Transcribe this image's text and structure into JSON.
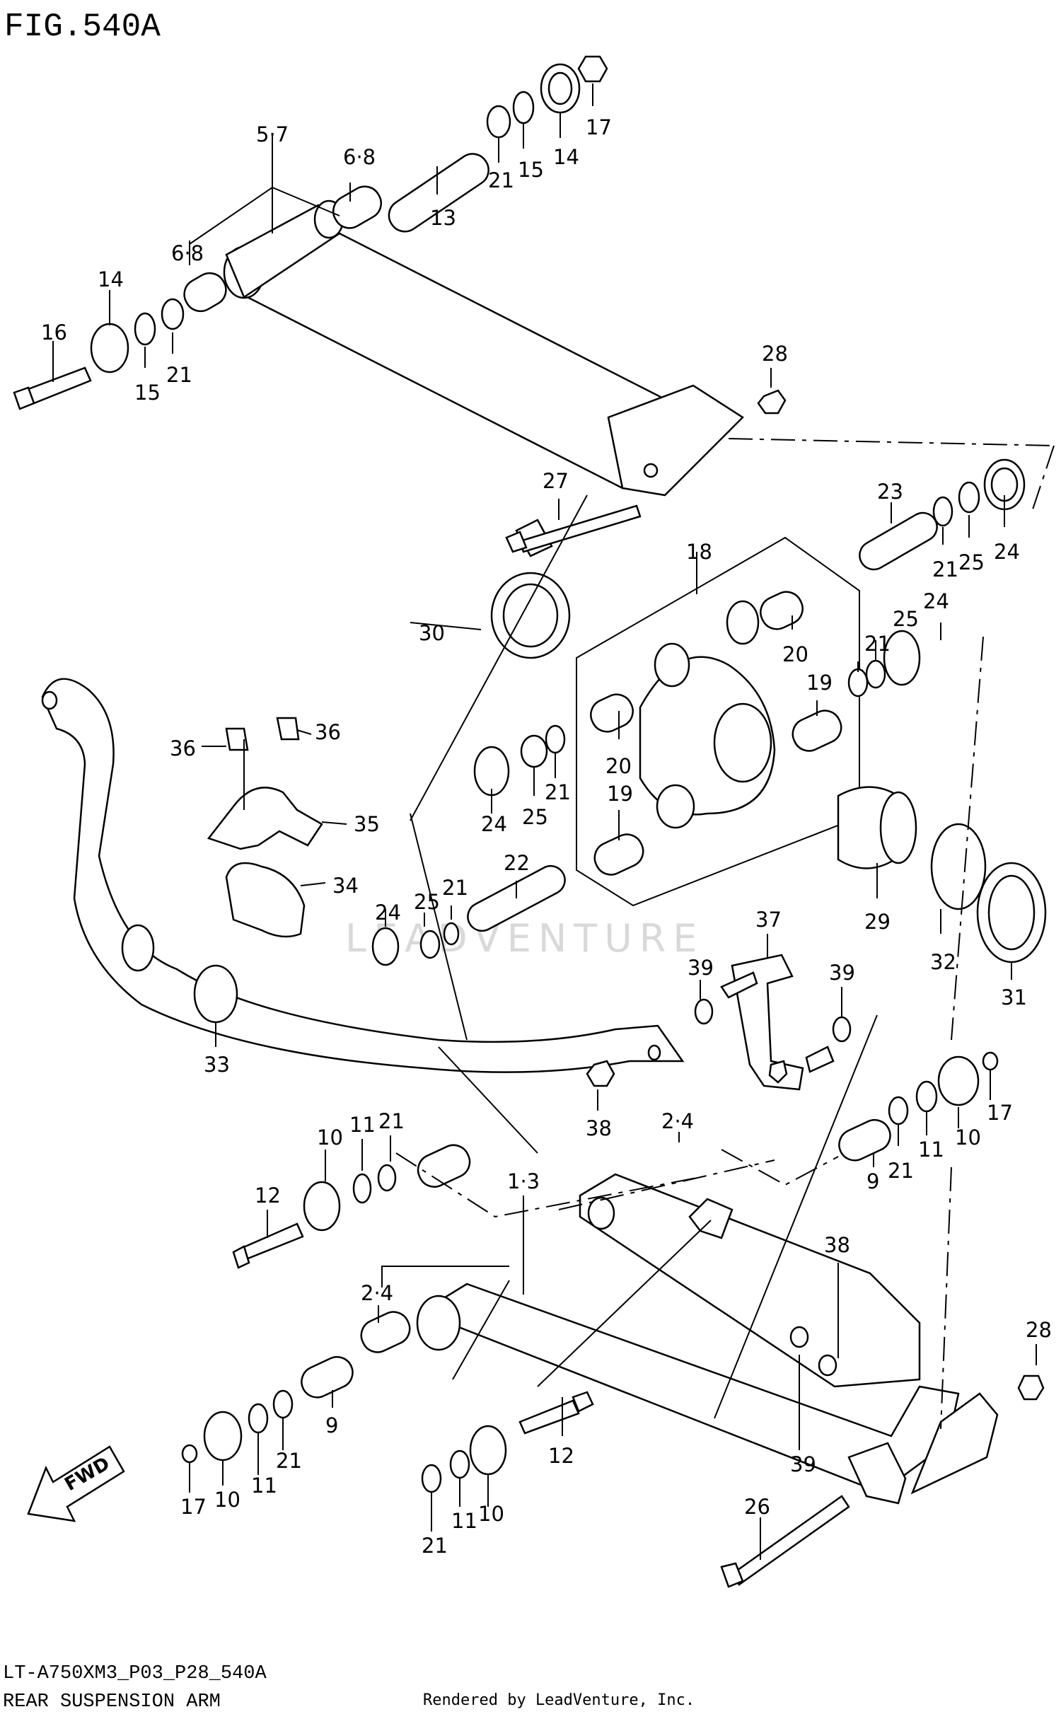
{
  "figure": {
    "title": "FIG.540A",
    "model_code": "LT-A750XM3_P03_P28_540A",
    "caption": "REAR SUSPENSION ARM",
    "credit": "Rendered by LeadVenture, Inc.",
    "watermark": "LEADVENTURE",
    "direction_label": "FWD"
  },
  "callouts": [
    "5·7",
    "6·8",
    "13",
    "21",
    "15",
    "14",
    "17",
    "6·8",
    "14",
    "16",
    "15",
    "21",
    "28",
    "27",
    "23",
    "21",
    "25",
    "24",
    "18",
    "30",
    "20",
    "21",
    "25",
    "24",
    "19",
    "36",
    "36",
    "35",
    "24",
    "25",
    "21",
    "20",
    "19",
    "22",
    "34",
    "24",
    "25",
    "21",
    "29",
    "32",
    "31",
    "33",
    "37",
    "39",
    "39",
    "38",
    "11",
    "21",
    "10",
    "12",
    "1·3",
    "2·4",
    "9",
    "21",
    "11",
    "10",
    "17",
    "38",
    "2·4",
    "28",
    "9",
    "21",
    "11",
    "10",
    "17",
    "12",
    "39",
    "26",
    "21",
    "11",
    "10"
  ]
}
